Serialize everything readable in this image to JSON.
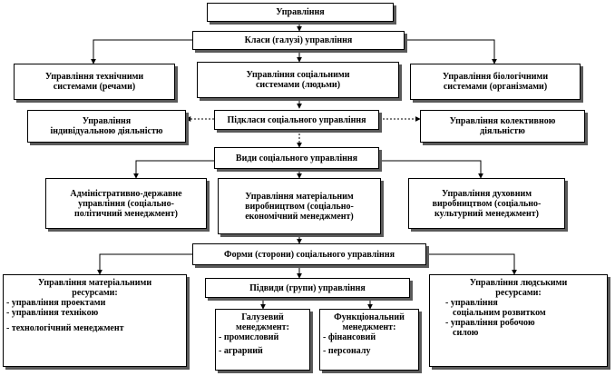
{
  "colors": {
    "line": "#000000",
    "shadow": "#5a5a5a",
    "background": "#ffffff"
  },
  "nodes": {
    "root": "Управління",
    "classes": "Класи (галузі) управління",
    "tech": [
      "Управління технічними",
      "системами (речами)"
    ],
    "social": [
      "Управління соціальними",
      "системами (людьми)"
    ],
    "bio": [
      "Управління біологічними",
      "системами (організмами)"
    ],
    "subclasses": "Підкласи соціального управління",
    "individual": [
      "Управління",
      "індивідуальною діяльністю"
    ],
    "collective": [
      "Управління колективною",
      "діяльністю"
    ],
    "types": "Види соціального управління",
    "admin": [
      "Адміністративно-державне",
      "управління (соціально-",
      "політичний менеджмент)"
    ],
    "material": [
      "Управління матеріальним",
      "виробництвом (соціально-",
      "економічний менеджмент)"
    ],
    "spiritual": [
      "Управління духовним",
      "виробництвом (соціально-",
      "культурний менеджмент)"
    ],
    "forms": "Форми (сторони) соціального управління",
    "resources": {
      "title": [
        "Управління матеріальними",
        "ресурсами:"
      ],
      "items": [
        "- управління проектами",
        "- управління технікою",
        "- технологічний менеджмент"
      ]
    },
    "subtypes": "Підвиди (групи) управління",
    "sectoral": {
      "title": [
        "Галузевий",
        "менеджмент:"
      ],
      "items": [
        "- промисловий",
        "- аграрний"
      ]
    },
    "functional": {
      "title": [
        "Функціональний",
        "менеджмент:"
      ],
      "items": [
        "- фінансовий",
        "- персоналу"
      ]
    },
    "human": {
      "title": [
        "Управління людськими",
        "ресурсами:"
      ],
      "items": [
        "- управління",
        "соціальним розвитком",
        "- управління робочою",
        "силою"
      ]
    }
  }
}
